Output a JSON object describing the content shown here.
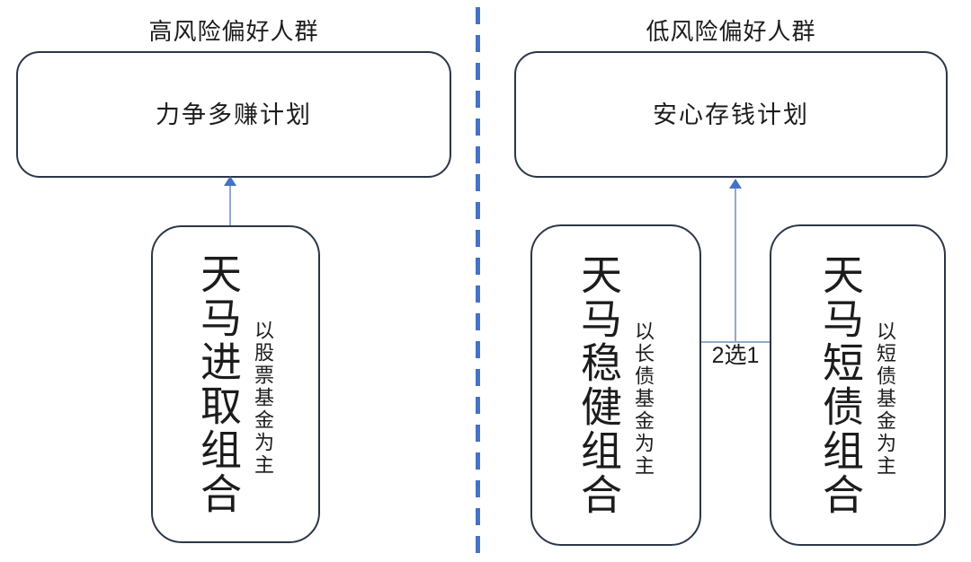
{
  "diagram": {
    "divider_color": "#4472c4",
    "box_border_color": "#2b3647",
    "arrow_color": "#4472c4",
    "connector_color": "#93a9c9"
  },
  "left_section": {
    "header": "高风险偏好人群",
    "plan": {
      "label": "力争多赚计划"
    },
    "portfolios": [
      {
        "title": "天马进取组合",
        "subtitle": "以股票基金为主"
      }
    ]
  },
  "right_section": {
    "header": "低风险偏好人群",
    "plan": {
      "label": "安心存钱计划"
    },
    "choose_label": "2选1",
    "portfolios": [
      {
        "title": "天马稳健组合",
        "subtitle": "以长债基金为主"
      },
      {
        "title": "天马短债组合",
        "subtitle": "以短债基金为主"
      }
    ]
  }
}
